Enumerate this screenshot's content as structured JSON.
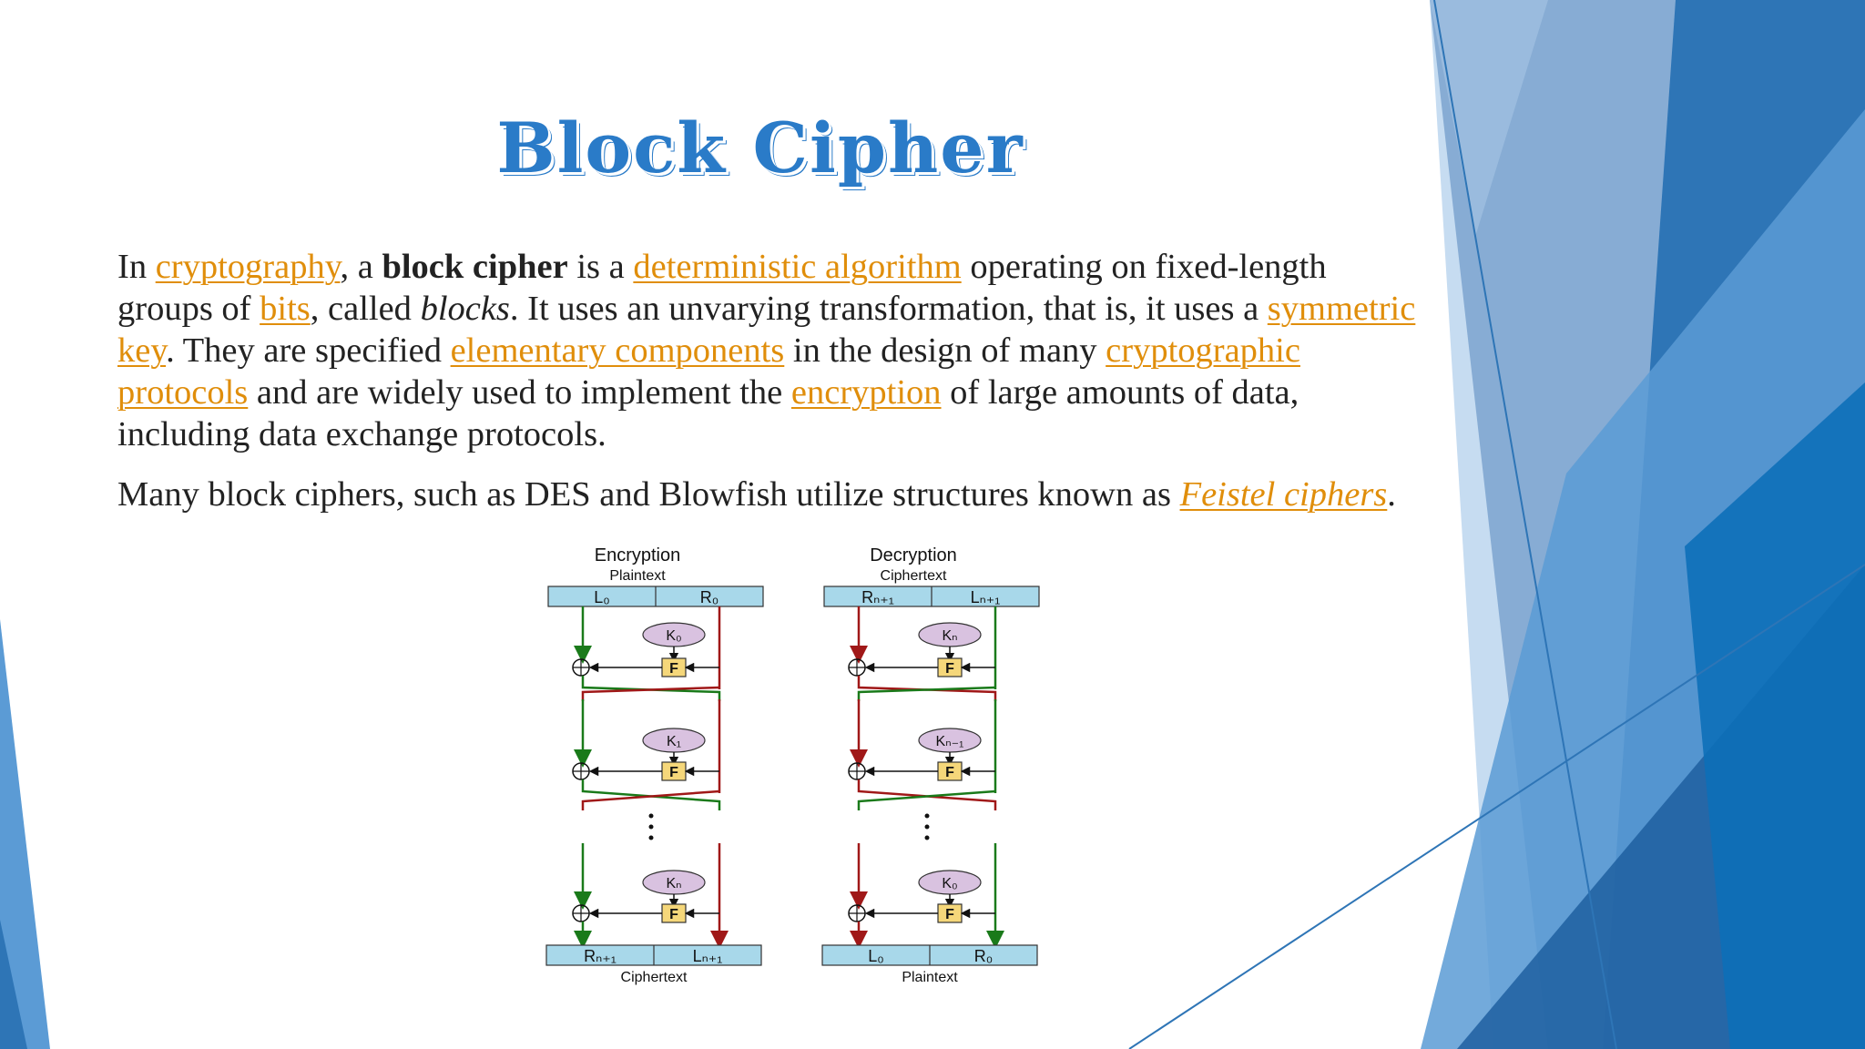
{
  "slide": {
    "title": "Block Cipher",
    "paragraph1": {
      "t1": "In ",
      "link_cryptography": "cryptography",
      "t2": ", a ",
      "bold_block_cipher": "block cipher",
      "t3": " is a ",
      "link_deterministic_algorithm": "deterministic algorithm",
      "t4": " operating on fixed-length groups of ",
      "link_bits": "bits",
      "t5": ", called ",
      "italic_blocks": "blocks",
      "t6": ". It uses an unvarying transformation, that is, it uses a ",
      "link_symmetric_key": "symmetric key",
      "t7": ". They are specified ",
      "link_elementary_components": "elementary components",
      "t8": " in the design of many ",
      "link_cryptographic_protocols": "cryptographic protocols",
      "t9": " and are widely used to implement the ",
      "link_encryption": "encryption",
      "t10": " of large amounts of data, including data exchange protocols."
    },
    "paragraph2": {
      "t1": "Many block ciphers, such as DES and Blowfish utilize structures known as ",
      "link_feistel_ciphers": "Feistel ciphers",
      "t2": "."
    }
  },
  "diagram": {
    "encryption": {
      "heading": "Encryption",
      "input_label": "Plaintext",
      "input_left": "L₀",
      "input_right": "R₀",
      "keys": [
        "K₀",
        "K₁",
        "Kₙ"
      ],
      "function_label": "F",
      "output_left": "Rₙ₊₁",
      "output_right": "Lₙ₊₁",
      "output_label": "Ciphertext"
    },
    "decryption": {
      "heading": "Decryption",
      "input_label": "Ciphertext",
      "input_left": "Rₙ₊₁",
      "input_right": "Lₙ₊₁",
      "keys": [
        "Kₙ",
        "Kₙ₋₁",
        "K₀"
      ],
      "function_label": "F",
      "output_left": "L₀",
      "output_right": "R₀",
      "output_label": "Plaintext"
    }
  },
  "colors": {
    "title": "#2a7bc8",
    "link": "#e08e0b",
    "block_fill": "#a8d8ea",
    "key_fill": "#d9c2e0",
    "f_fill": "#f5d77a",
    "green_line": "#1a7a1a",
    "red_line": "#a01818"
  }
}
